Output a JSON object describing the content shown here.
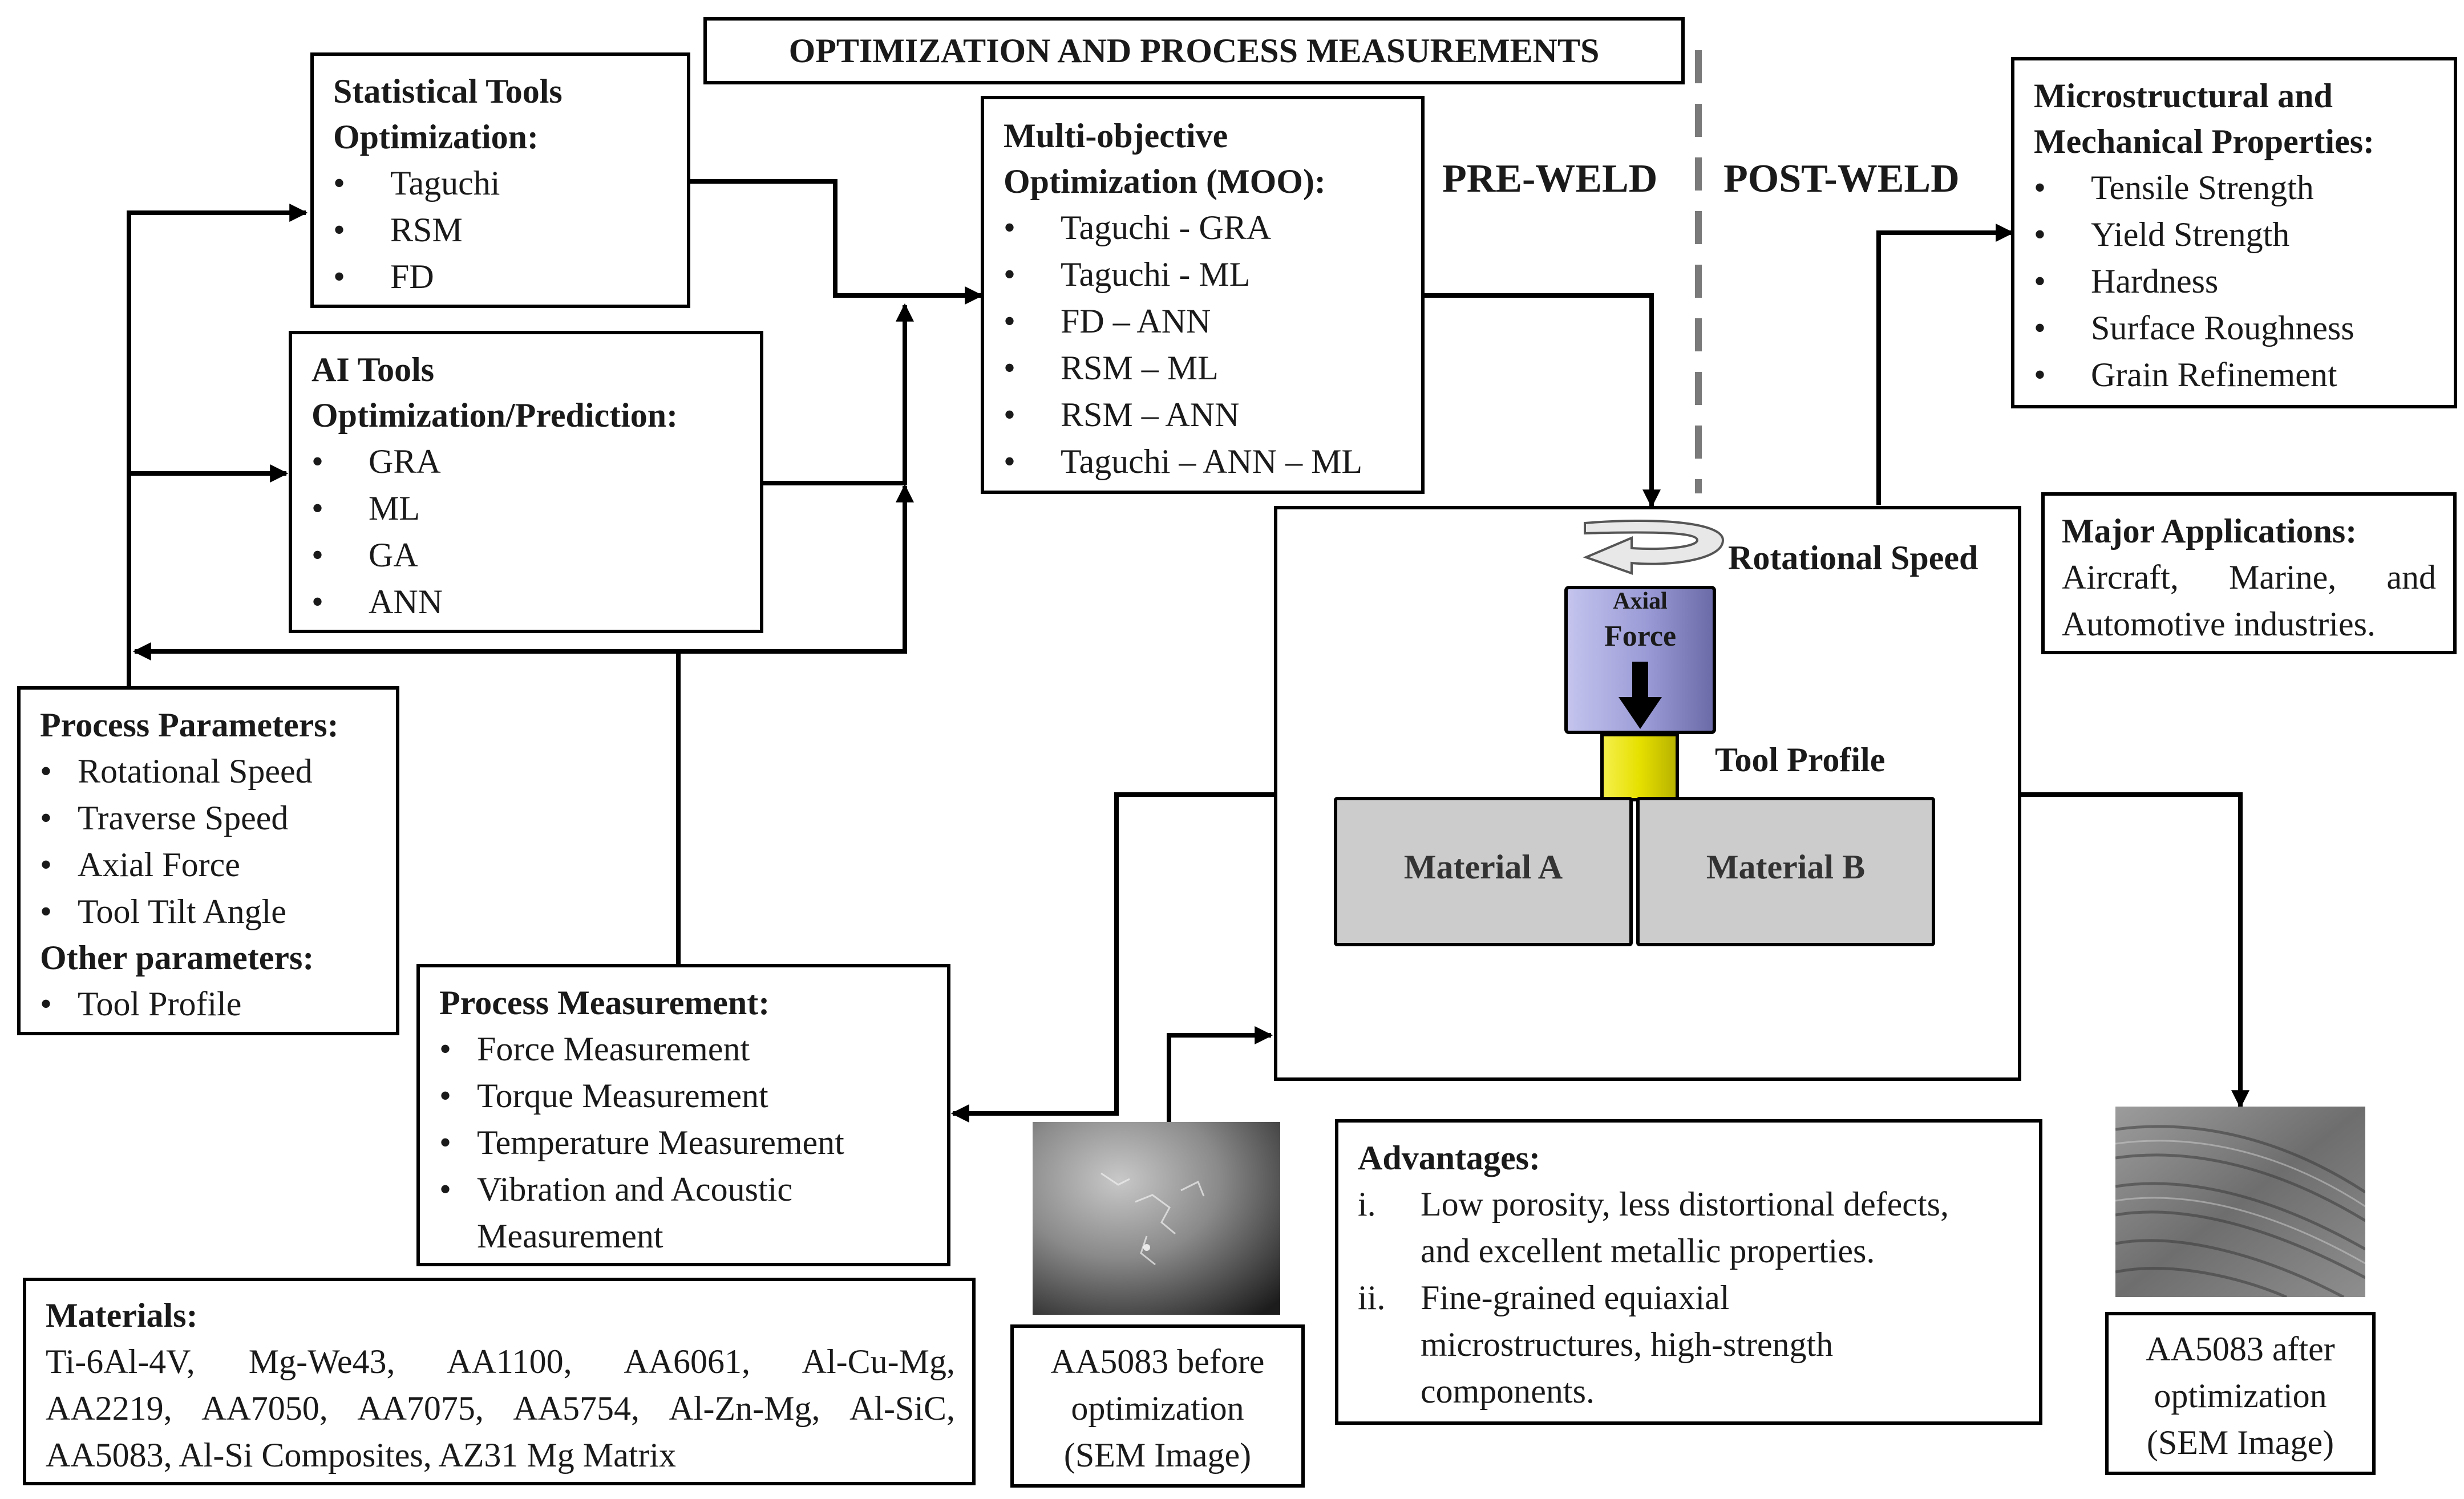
{
  "title": "OPTIMIZATION AND PROCESS MEASUREMENTS",
  "phases": {
    "pre": "PRE-WELD",
    "post": "POST-WELD"
  },
  "statistical": {
    "title_1": "Statistical Tools",
    "title_2": "Optimization:",
    "items": [
      "Taguchi",
      "RSM",
      "FD"
    ]
  },
  "ai": {
    "title_1": "AI Tools",
    "title_2": "Optimization/Prediction:",
    "items": [
      "GRA",
      "ML",
      "GA",
      "ANN"
    ]
  },
  "moo": {
    "title_1": "Multi-objective",
    "title_2": "Optimization (MOO):",
    "items": [
      "Taguchi - GRA",
      "Taguchi - ML",
      "FD – ANN",
      "RSM – ML",
      "RSM – ANN",
      "Taguchi – ANN – ML"
    ]
  },
  "micro": {
    "title_1": "Microstructural and",
    "title_2": "Mechanical Properties:",
    "items": [
      "Tensile Strength",
      "Yield Strength",
      "Hardness",
      "Surface Roughness",
      "Grain Refinement"
    ]
  },
  "apps": {
    "title": "Major Applications:",
    "line_1": "Aircraft, Marine, and",
    "line_2": "Automotive industries."
  },
  "params": {
    "title": "Process Parameters:",
    "items": [
      "Rotational Speed",
      "Traverse Speed",
      "Axial Force",
      "Tool Tilt Angle"
    ],
    "other_title": "Other parameters:",
    "other_items": [
      "Tool Profile"
    ]
  },
  "measure": {
    "title": "Process Measurement:",
    "items": [
      "Force Measurement",
      "Torque Measurement",
      "Temperature Measurement",
      "Vibration and Acoustic"
    ],
    "item_cont": "Measurement"
  },
  "weld": {
    "rotational": "Rotational Speed",
    "axial_1": "Axial",
    "axial_2": "Force",
    "tool_profile": "Tool Profile",
    "material_a": "Material A",
    "material_b": "Material B"
  },
  "materials": {
    "title": "Materials:",
    "line_1": "Ti-6Al-4V, Mg-We43, AA1100, AA6061, Al-Cu-Mg,",
    "line_2": "AA2219, AA7050, AA7075, AA5754, Al-Zn-Mg, Al-SiC,",
    "line_3": "AA5083, Al-Si Composites, AZ31 Mg Matrix"
  },
  "before": {
    "line_1": "AA5083 before",
    "line_2": "optimization",
    "line_3": "(SEM Image)"
  },
  "after": {
    "line_1": "AA5083 after",
    "line_2": "optimization",
    "line_3": "(SEM Image)"
  },
  "advantages": {
    "title": "Advantages:",
    "rows": [
      {
        "num": "i.",
        "line_1": "Low porosity, less distortional defects,",
        "line_2": "and excellent metallic properties."
      },
      {
        "num": "ii.",
        "line_1": "Fine-grained equiaxial",
        "line_2": "microstructures, high-strength",
        "line_3": "components."
      }
    ]
  },
  "colors": {
    "tool_body": "#9a9ad6",
    "tool_pin": "#e6e000",
    "material": "#cccccc",
    "dashed_divider": "#7a7a7a"
  }
}
